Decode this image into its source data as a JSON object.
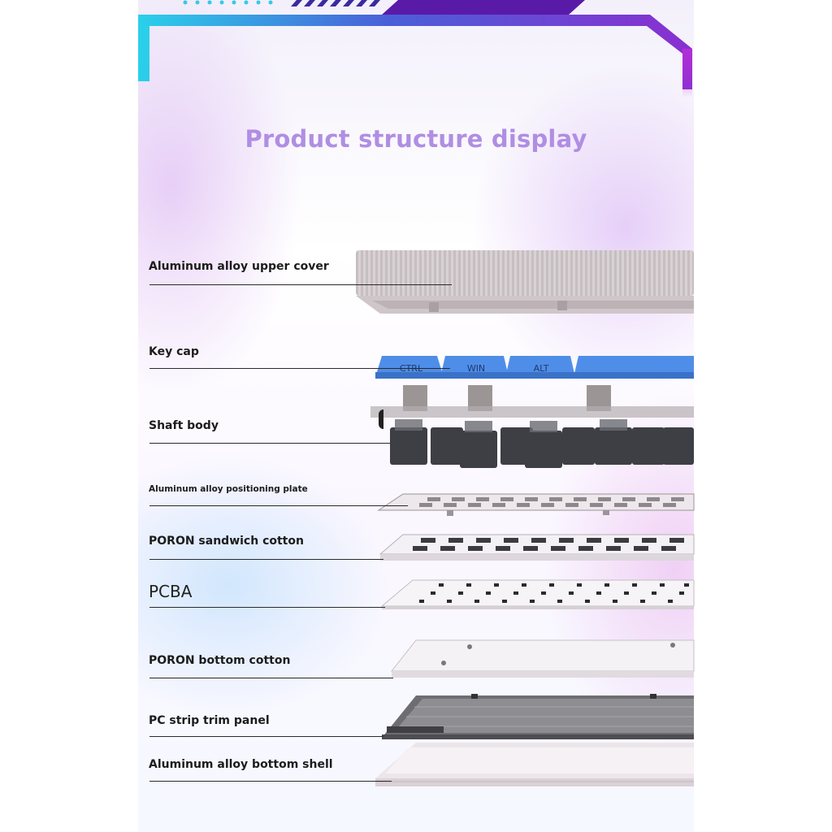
{
  "title": "Product structure display",
  "layers": [
    {
      "label": "Aluminum alloy upper cover"
    },
    {
      "label": "Key cap"
    },
    {
      "label": "Shaft body"
    },
    {
      "label": "Aluminum alloy positioning plate"
    },
    {
      "label": "PORON sandwich cotton"
    },
    {
      "label": "PCBA"
    },
    {
      "label": "PORON bottom cotton"
    },
    {
      "label": "PC strip trim panel"
    },
    {
      "label": "Aluminum alloy bottom shell"
    }
  ],
  "keycaps": [
    "CTRL",
    "WIN",
    "ALT"
  ],
  "colors": {
    "title": "#b08ee3",
    "keycap_blue": "#4f8ee8",
    "frame_cyan": "#2ad0ea",
    "frame_purple": "#8a2fd0"
  }
}
